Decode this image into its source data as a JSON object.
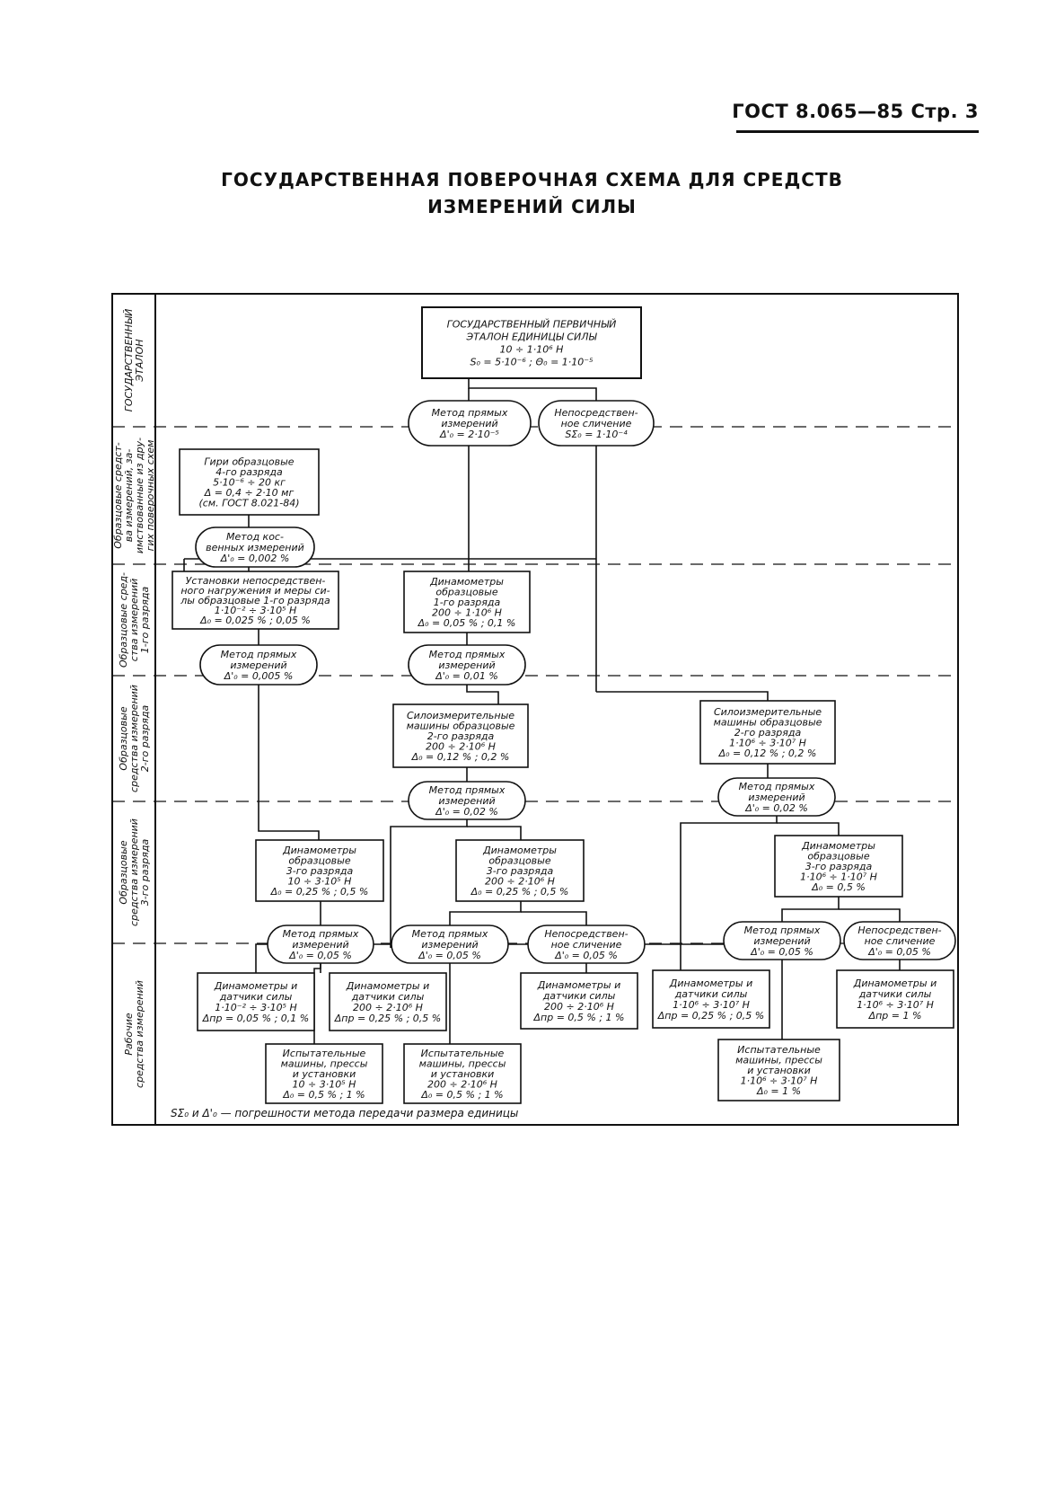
{
  "header": {
    "code": "ГОСТ 8.065—85 Стр. 3"
  },
  "title": {
    "line1": "ГОСУДАРСТВЕННАЯ ПОВЕРОЧНАЯ СХЕМА ДЛЯ СРЕДСТВ",
    "line2": "ИЗМЕРЕНИЙ СИЛЫ"
  },
  "rows": [
    {
      "label": [
        "ГОСУДАРСТВЕННЫЙ",
        "ЭТАЛОН"
      ]
    },
    {
      "label": [
        "Образцовые средст-",
        "ва измерений, за-",
        "имствованные из дру-",
        "гих поверочных схем"
      ]
    },
    {
      "label": [
        "Образцовые сред-",
        "ства измерений",
        "1-го разряда"
      ]
    },
    {
      "label": [
        "Образцовые",
        "средства измерений",
        "2-го разряда"
      ]
    },
    {
      "label": [
        "Образцовые",
        "средства измерений",
        "3-го разряда"
      ]
    },
    {
      "label": [
        "Рабочие",
        "средства измерений"
      ]
    }
  ],
  "nodes": {
    "primary_standard": [
      "ГОСУДАРСТВЕННЫЙ ПЕРВИЧНЫЙ",
      "ЭТАЛОН ЕДИНИЦЫ СИЛЫ",
      "10 ÷ 1·10⁶ Н",
      "S₀ = 5·10⁻⁶ ;     Θ₀ = 1·10⁻⁵"
    ],
    "m_direct_top": [
      "Метод прямых",
      "измерений",
      "Δ'₀ = 2·10⁻⁵"
    ],
    "m_compare_top": [
      "Непосредствен-",
      "ное сличение",
      "SΣ₀ = 1·10⁻⁴"
    ],
    "weights": [
      "Гири образцовые",
      "4-го разряда",
      "5·10⁻⁶ ÷ 20 кг",
      "Δ = 0,4 ÷ 2·10 мг",
      "(см. ГОСТ 8.021-84)"
    ],
    "m_indirect": [
      "Метод кос-",
      "венных измерений",
      "Δ'₀ = 0,002 %"
    ],
    "installations_1": [
      "Установки непосредствен-",
      "ного нагружения и меры си-",
      "лы образцовые 1-го разряда",
      "1·10⁻² ÷ 3·10⁵ Н",
      "Δ₀ = 0,025 % ; 0,05 %"
    ],
    "dynamometers_1": [
      "Динамометры",
      "образцовые",
      "1-го разряда",
      "200 ÷ 1·10⁶ Н",
      "Δ₀ = 0,05 % ; 0,1 %"
    ],
    "m_direct_1a": [
      "Метод прямых",
      "измерений",
      "Δ'₀ = 0,005 %"
    ],
    "m_direct_1b": [
      "Метод прямых",
      "измерений",
      "Δ'₀ = 0,01 %"
    ],
    "machines_2a": [
      "Силоизмерительные",
      "машины образцовые",
      "2-го разряда",
      "200 ÷ 2·10⁶ Н",
      "Δ₀ = 0,12 % ; 0,2 %"
    ],
    "machines_2b": [
      "Силоизмерительные",
      "машины образцовые",
      "2-го разряда",
      "1·10⁶ ÷ 3·10⁷ Н",
      "Δ₀ = 0,12 % ; 0,2 %"
    ],
    "m_direct_2a": [
      "Метод прямых",
      "измерений",
      "Δ'₀ = 0,02 %"
    ],
    "m_direct_2b": [
      "Метод прямых",
      "измерений",
      "Δ'₀ = 0,02 %"
    ],
    "dyn_3a": [
      "Динамометры",
      "образцовые",
      "3-го разряда",
      "10 ÷ 3·10⁵ Н",
      "Δ₀ = 0,25 % ; 0,5 %"
    ],
    "dyn_3b": [
      "Динамометры",
      "образцовые",
      "3-го разряда",
      "200 ÷ 2·10⁶ Н",
      "Δ₀ = 0,25 % ; 0,5 %"
    ],
    "dyn_3c": [
      "Динамометры",
      "образцовые",
      "3-го разряда",
      "1·10⁶ ÷ 1·10⁷ Н",
      "Δ₀ = 0,5 %"
    ],
    "m_3a": [
      "Метод прямых",
      "измерений",
      "Δ'₀ = 0,05 %"
    ],
    "m_3b": [
      "Метод прямых",
      "измерений",
      "Δ'₀ = 0,05 %"
    ],
    "m_3c": [
      "Непосредствен-",
      "ное сличение",
      "Δ'₀ = 0,05 %"
    ],
    "m_3d": [
      "Метод прямых",
      "измерений",
      "Δ'₀ = 0,05 %"
    ],
    "m_3e": [
      "Непосредствен-",
      "ное сличение",
      "Δ'₀ = 0,05 %"
    ],
    "w1": [
      "Динамометры и",
      "датчики силы",
      "1·10⁻² ÷ 3·10⁵ Н",
      "Δпр = 0,05 % ; 0,1 %"
    ],
    "w2": [
      "Динамометры и",
      "датчики силы",
      "200 ÷ 2·10⁶ Н",
      "Δпр = 0,25 % ; 0,5 %"
    ],
    "w3": [
      "Динамометры и",
      "датчики силы",
      "200 ÷ 2·10⁶ Н",
      "Δпр = 0,5 % ; 1 %"
    ],
    "w4": [
      "Динамометры и",
      "датчики силы",
      "1·10⁶ ÷ 3·10⁷ Н",
      "Δпр = 0,25 % ; 0,5 %"
    ],
    "w5": [
      "Динамометры и",
      "датчики силы",
      "1·10⁶ ÷ 3·10⁷ Н",
      "Δпр = 1 %"
    ],
    "t1": [
      "Испытательные",
      "машины, прессы",
      "и установки",
      "10 ÷ 3·10⁵ Н",
      "Δ₀ = 0,5 % ; 1 %"
    ],
    "t2": [
      "Испытательные",
      "машины, прессы",
      "и установки",
      "200 ÷ 2·10⁶ Н",
      "Δ₀ = 0,5 % ; 1 %"
    ],
    "t3": [
      "Испытательные",
      "машины, прессы",
      "и установки",
      "1·10⁶ ÷ 3·10⁷ Н",
      "Δ₀ = 1 %"
    ]
  },
  "footnote": "SΣ₀ и Δ'₀ — погрешности метода передачи размера единицы"
}
